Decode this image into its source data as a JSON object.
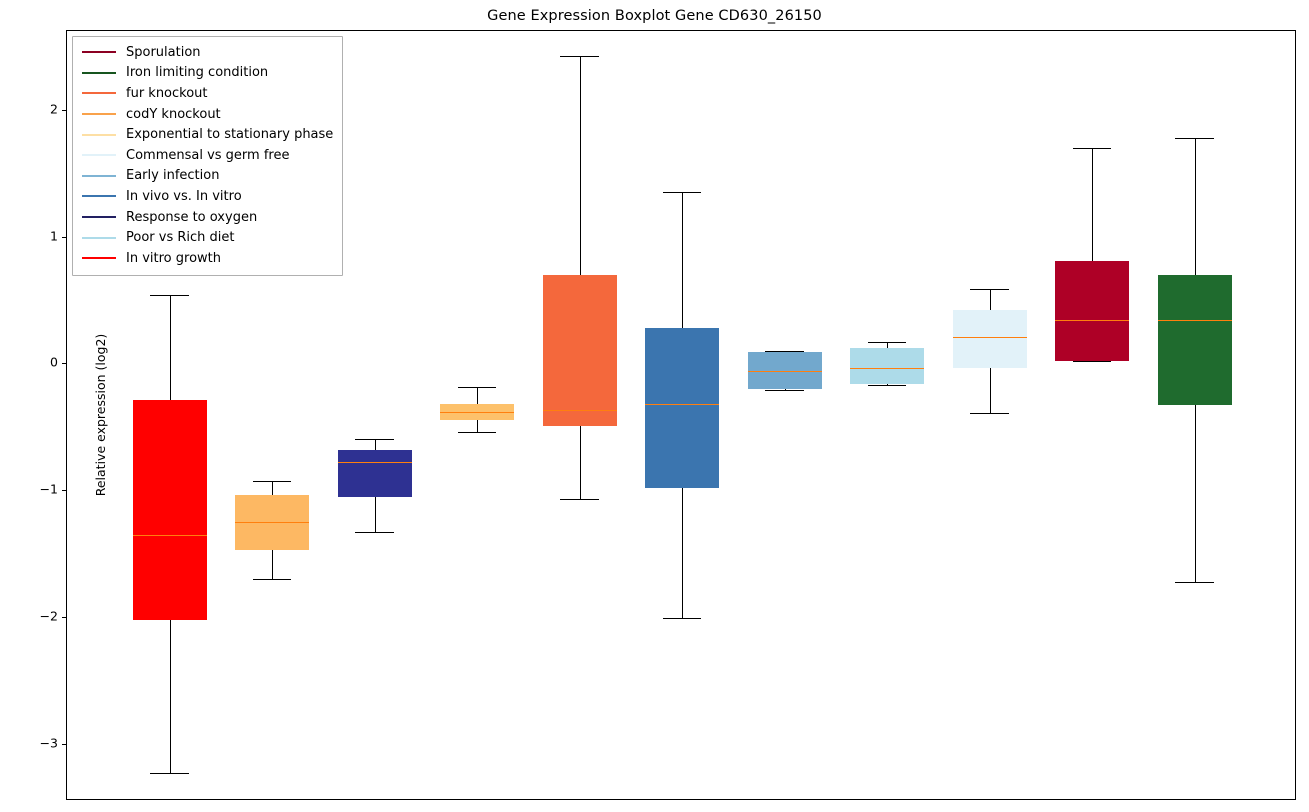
{
  "chart_data": {
    "type": "boxplot",
    "title": "Gene Expression Boxplot Gene CD630_26150",
    "xlabel": "",
    "ylabel": "Relative expression (log2)",
    "ylim": [
      -3.45,
      2.62
    ],
    "yticks": [
      2,
      1,
      0,
      -1,
      -2,
      -3
    ],
    "ytick_labels": [
      "2",
      "1",
      "0",
      "−1",
      "−2",
      "−3"
    ],
    "grid": false,
    "median_color": "#ff7f0e",
    "legend_position": "upper left",
    "boxes": [
      {
        "name": "In vitro growth",
        "color": "#ff0000",
        "whisker_low": -3.23,
        "q1": -2.02,
        "median": -1.35,
        "q3": -0.29,
        "whisker_high": 0.54
      },
      {
        "name": "Exponential to stationary phase",
        "color": "#fdb863",
        "whisker_low": -1.7,
        "q1": -1.47,
        "median": -1.25,
        "q3": -1.04,
        "whisker_high": -0.93
      },
      {
        "name": "Response to oxygen",
        "color": "#2e3192",
        "whisker_low": -1.33,
        "q1": -1.05,
        "median": -0.78,
        "q3": -0.68,
        "whisker_high": -0.6
      },
      {
        "name": "codY knockout",
        "color": "#fdc16b",
        "whisker_low": -0.54,
        "q1": -0.45,
        "median": -0.38,
        "q3": -0.32,
        "whisker_high": -0.19
      },
      {
        "name": "fur knockout",
        "color": "#f4683c",
        "whisker_low": -1.07,
        "q1": -0.49,
        "median": -0.37,
        "q3": 0.7,
        "whisker_high": 2.42
      },
      {
        "name": "In vivo vs. In vitro",
        "color": "#3b75af",
        "whisker_low": -2.01,
        "q1": -0.98,
        "median": -0.32,
        "q3": 0.28,
        "whisker_high": 1.35
      },
      {
        "name": "Early infection",
        "color": "#72a8cd",
        "whisker_low": -0.21,
        "q1": -0.2,
        "median": -0.06,
        "q3": 0.09,
        "whisker_high": 0.1
      },
      {
        "name": "Poor vs Rich diet",
        "color": "#addbe9",
        "whisker_low": -0.17,
        "q1": -0.16,
        "median": -0.04,
        "q3": 0.12,
        "whisker_high": 0.17
      },
      {
        "name": "Commensal vs germ free",
        "color": "#e2f2f9",
        "whisker_low": -0.39,
        "q1": -0.04,
        "median": 0.21,
        "q3": 0.42,
        "whisker_high": 0.59
      },
      {
        "name": "Sporulation",
        "color": "#ae0026",
        "whisker_low": 0.02,
        "q1": 0.02,
        "median": 0.34,
        "q3": 0.81,
        "whisker_high": 1.7
      },
      {
        "name": "Iron limiting condition",
        "color": "#1f6b2e",
        "whisker_low": -1.72,
        "q1": -0.33,
        "median": 0.34,
        "q3": 0.7,
        "whisker_high": 1.78
      }
    ],
    "legend": [
      {
        "label": "Sporulation",
        "color": "#8c0022"
      },
      {
        "label": "Iron limiting condition",
        "color": "#17551f"
      },
      {
        "label": "fur knockout",
        "color": "#f4683c"
      },
      {
        "label": "codY knockout",
        "color": "#f9a24b"
      },
      {
        "label": "Exponential to stationary phase",
        "color": "#fddfa4"
      },
      {
        "label": "Commensal vs germ free",
        "color": "#e2f2f9"
      },
      {
        "label": "Early infection",
        "color": "#7fb4d4"
      },
      {
        "label": "In vivo vs. In vitro",
        "color": "#3b75af"
      },
      {
        "label": "Response to oxygen",
        "color": "#222062"
      },
      {
        "label": "Poor vs Rich diet",
        "color": "#addbe9"
      },
      {
        "label": "In vitro growth",
        "color": "#ff0000"
      }
    ]
  }
}
